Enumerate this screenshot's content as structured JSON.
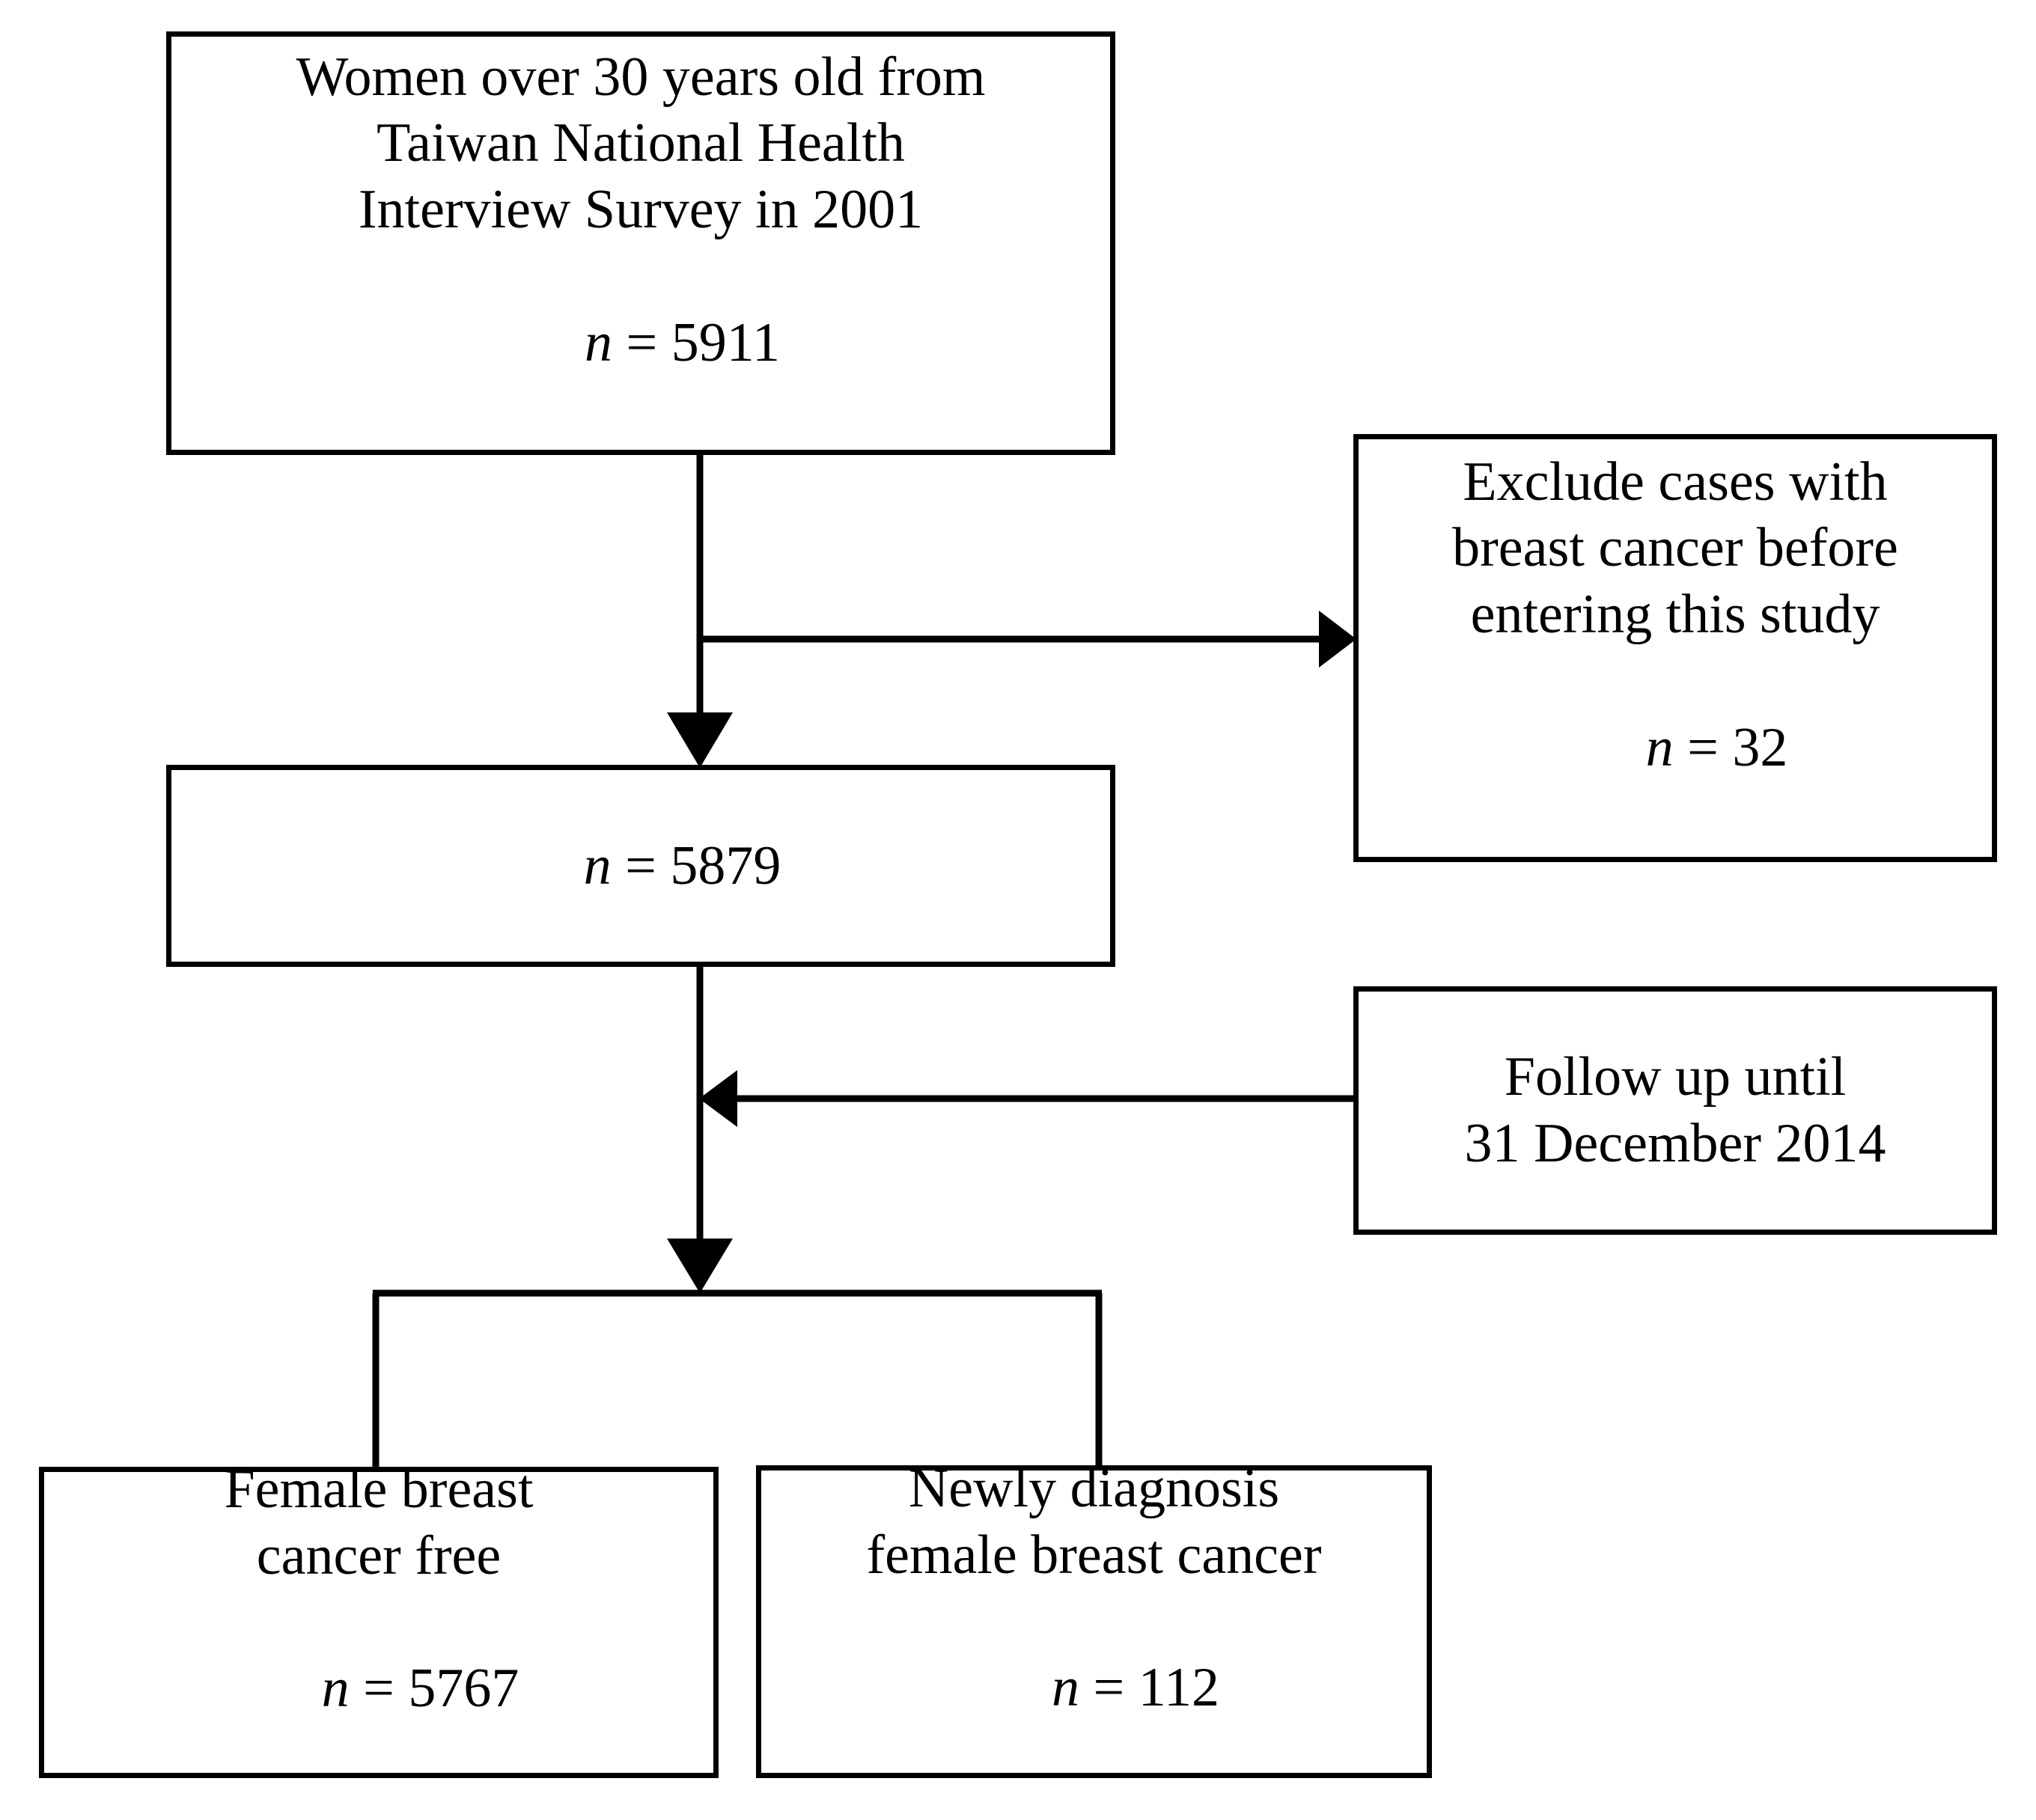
{
  "diagram": {
    "type": "study-participant-flowchart",
    "title": "Study participant selection flow",
    "stroke_color": "#000000",
    "background_color": "#ffffff",
    "nodes": {
      "source_cohort": {
        "lines": [
          "Women over 30 years old from",
          "Taiwan National Health",
          "Interview Survey in 2001"
        ],
        "n_symbol": "n",
        "n_equals": " = ",
        "n_value": "5911"
      },
      "excluded": {
        "lines": [
          "Exclude cases with",
          "breast cancer before",
          "entering this study"
        ],
        "n_symbol": "n",
        "n_equals": " = ",
        "n_value": "32"
      },
      "eligible_cohort": {
        "lines": [],
        "n_symbol": "n",
        "n_equals": " = ",
        "n_value": "5879"
      },
      "follow_up": {
        "lines": [
          "Follow up until",
          "31 December 2014"
        ],
        "n_symbol": "",
        "n_equals": "",
        "n_value": ""
      },
      "cancer_free": {
        "lines": [
          "Female breast",
          "cancer free"
        ],
        "n_symbol": "n",
        "n_equals": " = ",
        "n_value": "5767"
      },
      "new_diagnosis": {
        "lines": [
          "Newly diagnosis",
          "female breast cancer"
        ],
        "n_symbol": "n",
        "n_equals": " = ",
        "n_value": "112"
      }
    },
    "connectors": [
      {
        "name": "source-to-eligible",
        "direction": "down",
        "arrowhead": "end"
      },
      {
        "name": "source-to-excluded",
        "direction": "right",
        "arrowhead": "end"
      },
      {
        "name": "followup-to-cohort",
        "direction": "left",
        "arrowhead": "end"
      },
      {
        "name": "eligible-to-split",
        "direction": "down",
        "arrowhead": "end"
      },
      {
        "name": "split-bracket",
        "direction": "branch",
        "arrowhead": "none"
      }
    ]
  }
}
